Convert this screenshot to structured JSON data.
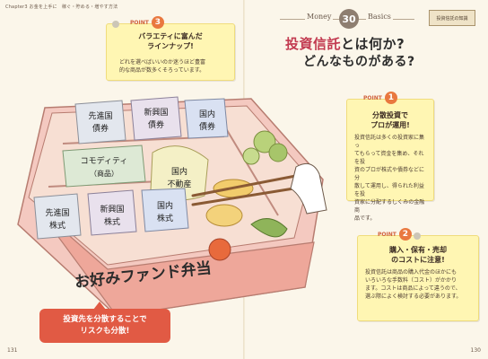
{
  "header": {
    "chapter_line": "Chapter3  お金を上手に　稼ぐ・貯める・増やす方法"
  },
  "ribbon": {
    "money": "Money",
    "number": "30",
    "basics": "Basics"
  },
  "stamp": "投資信託の知識",
  "title": {
    "line1_red": "投資信託",
    "line1_rest": "とは何か?",
    "line2": "どんなものがある?"
  },
  "point_label": "POINT",
  "points": [
    {
      "num": "3",
      "heading": [
        "バラエティに富んだ",
        "ラインナップ!"
      ],
      "body": [
        "どれを選べばいいのか迷うほど豊富",
        "的な商品が数多くそろっています。"
      ]
    },
    {
      "num": "1",
      "heading": [
        "分散投資で",
        "プロが運用!"
      ],
      "body": [
        "投資信託は多くの投資家に集っ",
        "てもらって資金を集め、それを投",
        "資のプロが株式や債券などに分",
        "散して運用し、得られた利益を投",
        "資家に分配するしくみの金融商",
        "品です。"
      ]
    },
    {
      "num": "2",
      "heading": [
        "購入・保有・売却",
        "のコストに注意!"
      ],
      "body": [
        "投資信託は商品の購入代金のほかにも",
        "いろいろな手数料（コスト）がかかり",
        "ます。コストは商品によって違うので、",
        "選ぶ際によく検討する必要があります。"
      ]
    }
  ],
  "bento": {
    "items": [
      {
        "l1": "先進国",
        "l2": "債券"
      },
      {
        "l1": "新興国",
        "l2": "債券"
      },
      {
        "l1": "国内",
        "l2": "債券"
      },
      {
        "l1": "コモディティ",
        "l2": "（商品）"
      },
      {
        "l1": "国内",
        "l2": "不動産"
      },
      {
        "l1": "先進国",
        "l2": "株式"
      },
      {
        "l1": "新興国",
        "l2": "株式"
      },
      {
        "l1": "国内",
        "l2": "株式"
      }
    ],
    "label": "お好みファンド弁当"
  },
  "callout": {
    "line1": "投資先を分散することで",
    "line2": "リスクも分散!"
  },
  "page_numbers": {
    "left": "131",
    "right": "130"
  }
}
